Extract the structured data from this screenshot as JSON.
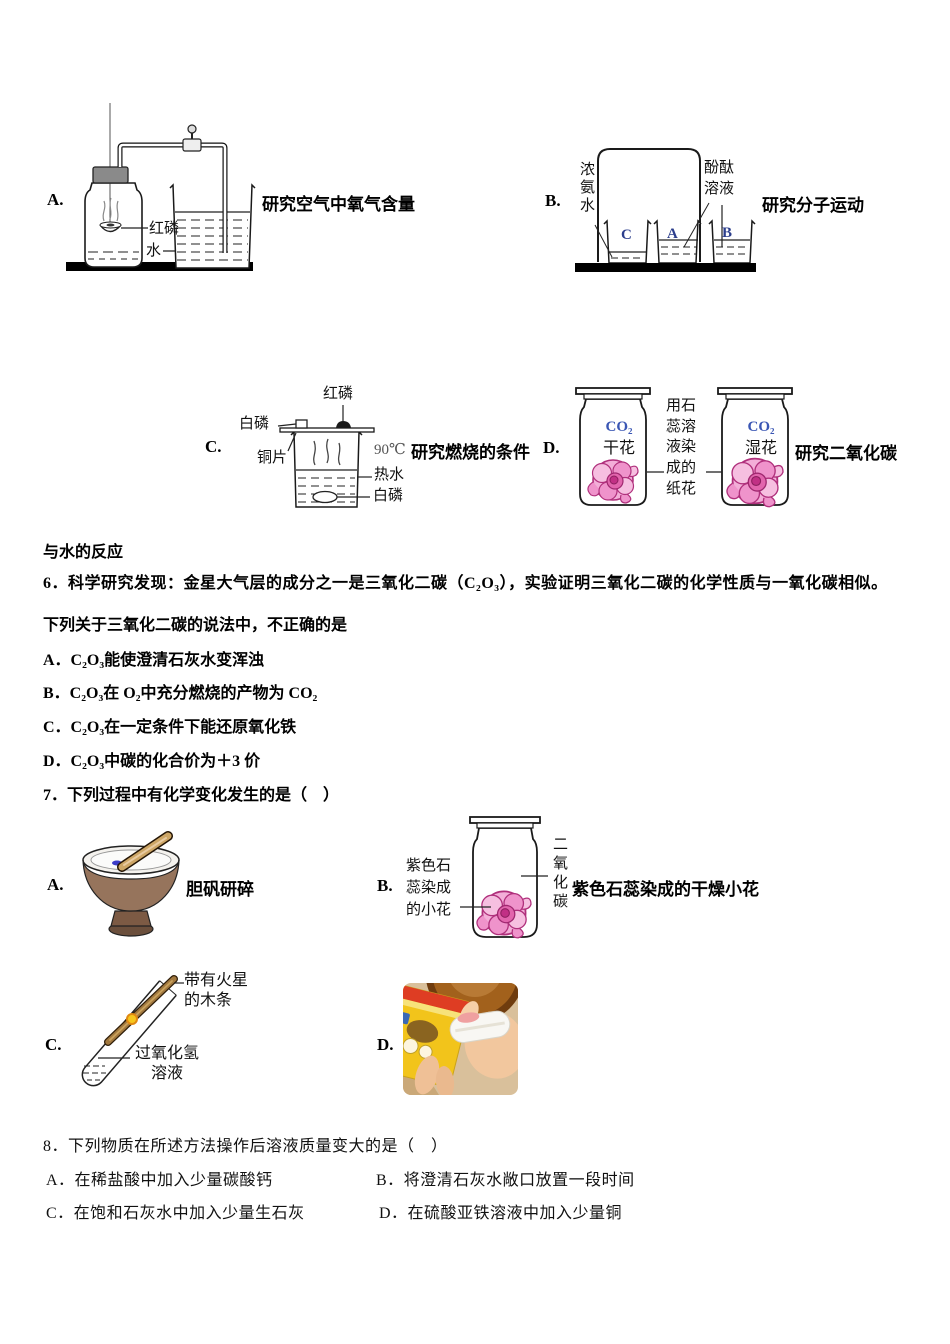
{
  "q5": {
    "a": {
      "letter": "A.",
      "caption": "研究空气中氧气含量",
      "label_red_phosphorus": "红磷",
      "label_water": "水"
    },
    "b": {
      "letter": "B.",
      "caption": "研究分子运动",
      "label_ammonia": "浓氨水",
      "label_phenolphthalein": "酚酞溶液",
      "beaker_c": "C",
      "beaker_a": "A",
      "beaker_b": "B"
    },
    "c": {
      "letter": "C.",
      "caption": "研究燃烧的条件",
      "label_red_phosphorus": "红磷",
      "label_white_phosphorus_top": "白磷",
      "label_copper": "铜片",
      "label_temp": "90℃",
      "label_hot_water": "热水",
      "label_white_phosphorus_bottom": "白磷"
    },
    "d": {
      "letter": "D.",
      "caption": "研究二氧化碳",
      "co2_left": "CO₂",
      "co2_right": "CO₂",
      "label_dry": "干花",
      "label_wet": "湿花",
      "label_litmus_paper": "用石蕊溶液染成的纸花"
    },
    "tail_text": "与水的反应"
  },
  "q6": {
    "stem1": "6．科学研究发现：金星大气层的成分之一是三氧化二碳（C₂O₃），实验证明三氧化二碳的化学性质与一氧化碳相似。",
    "stem2": "下列关于三氧化二碳的说法中，不正确的是",
    "a": "A．C₂O₃能使澄清石灰水变浑浊",
    "b": "B．C₂O₃在 O₂中充分燃烧的产物为 CO₂",
    "c": "C．C₂O₃在一定条件下能还原氧化铁",
    "d": "D．C₂O₃中碳的化合价为＋3 价"
  },
  "q7": {
    "stem": "7．下列过程中有化学变化发生的是（　）",
    "a_letter": "A.",
    "a_caption": "胆矾研碎",
    "b_letter": "B.",
    "b_caption": "紫色石蕊染成的干燥小花",
    "b_label_flower": "紫色石蕊染成的小花",
    "b_label_gas": "二氧化碳",
    "c_letter": "C.",
    "c_label_splint": "带有火星的木条",
    "c_label_solution": "过氧化氢溶液",
    "d_letter": "D."
  },
  "q8": {
    "stem": "8．下列物质在所述方法操作后溶液质量变大的是（　）",
    "a": "A．在稀盐酸中加入少量碳酸钙",
    "b": "B．将澄清石灰水敞口放置一段时间",
    "c": "C．在饱和石灰水中加入少量生石灰",
    "d": "D．在硫酸亚铁溶液中加入少量铜"
  },
  "colors": {
    "co2_text": "#3a56b4",
    "flower_pink": "#ef93cb",
    "ink": "#111111"
  }
}
